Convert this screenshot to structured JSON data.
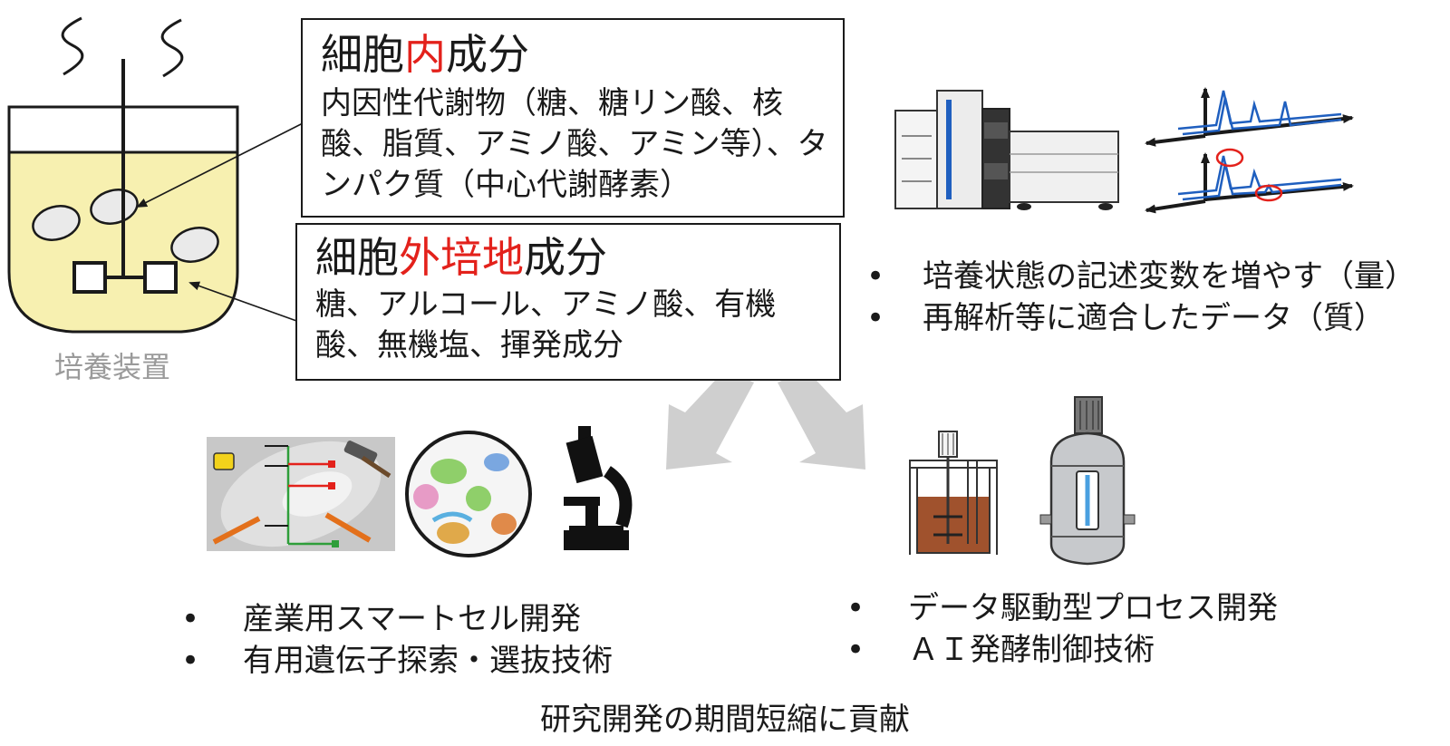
{
  "intracellular": {
    "title_prefix": "細胞",
    "title_highlight": "内",
    "title_suffix": "成分",
    "body": "内因性代謝物（糖、糖リン酸、核酸、脂質、アミノ酸、アミン等）、タンパク質（中心代謝酵素）"
  },
  "extracellular": {
    "title_prefix": "細胞",
    "title_highlight": "外培地",
    "title_suffix": "成分",
    "body": "糖、アルコール、アミノ酸、有機酸、無機塩、揮発成分"
  },
  "culture_device_label": "培養装置",
  "analysis_bullets": [
    "培養状態の記述変数を増やす（量）",
    "再解析等に適合したデータ（質）"
  ],
  "left_outcomes": [
    "産業用スマートセル開発",
    "有用遺伝子探索・選抜技術"
  ],
  "right_outcomes": [
    "データ駆動型プロセス開発",
    "ＡＩ発酵制御技術"
  ],
  "bullet_char": "•",
  "footer": "研究開発の期間短縮に貢献",
  "colors": {
    "highlight": "#e3211b",
    "medium": "#f7f0b0",
    "spectrum": "#1f5fbf",
    "arrow": "#cfcfcf",
    "broth": "#a0522d"
  },
  "icons": {
    "bioreactor": "culture-vessel-icon",
    "lcms": "lc-ms-instrument-icon",
    "spectra": "chromatogram-icon",
    "smart_cell": "metabolic-pathway-tools-icon",
    "microbes": "microbes-icon",
    "microscope": "microscope-icon",
    "lab_fermenter": "lab-fermenter-icon",
    "industrial_fermenter": "industrial-fermenter-icon"
  }
}
